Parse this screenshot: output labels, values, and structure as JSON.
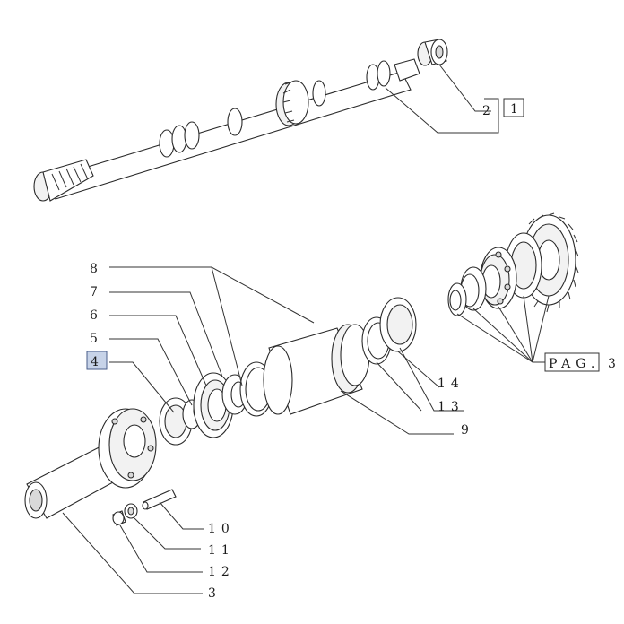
{
  "diagram": {
    "labels": {
      "l1": "1",
      "l2": "2",
      "l3": "3",
      "l4": "4",
      "l5": "5",
      "l6": "6",
      "l7": "7",
      "l8": "8",
      "l9": "9",
      "l10": "10",
      "l11": "11",
      "l12": "12",
      "l13": "13",
      "l14": "14"
    },
    "page_ref": {
      "text": "PAG.",
      "number": "3"
    },
    "highlighted_label": "4",
    "colors": {
      "highlight_fill": "#c7d3e8",
      "line": "#2a2a2a"
    }
  }
}
